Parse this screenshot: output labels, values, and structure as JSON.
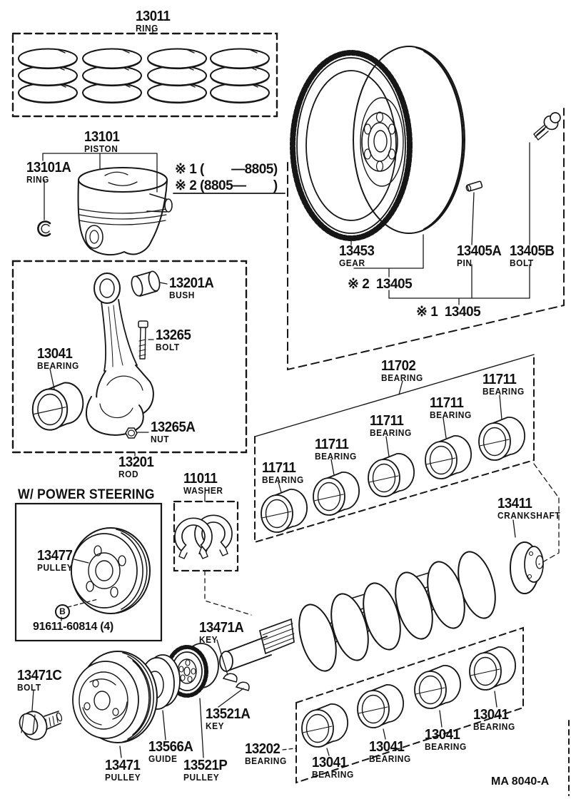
{
  "headings": {
    "power_steering": "W/ POWER STEERING"
  },
  "notes": {
    "production_1": "※ 1 (        —8805)",
    "production_2": "※ 2 (8805—        )",
    "flywheel_alt_2": "※ 2  13405",
    "flywheel_alt_1": "※ 1  13405"
  },
  "labels": {
    "ring_set": {
      "number": "13011",
      "caption": "RING"
    },
    "piston": {
      "number": "13101",
      "caption": "PISTON"
    },
    "piston_pin_ring": {
      "number": "13101A",
      "caption": "RING"
    },
    "flywheel_gear": {
      "number": "13453",
      "caption": "GEAR"
    },
    "flywheel_pin": {
      "number": "13405A",
      "caption": "PIN"
    },
    "flywheel_bolt": {
      "number": "13405B",
      "caption": "BOLT"
    },
    "rod_bush": {
      "number": "13201A",
      "caption": "BUSH"
    },
    "rod_bolt": {
      "number": "13265",
      "caption": "BOLT"
    },
    "rod_bearing": {
      "number": "13041",
      "caption": "BEARING"
    },
    "rod_nut": {
      "number": "13265A",
      "caption": "NUT"
    },
    "connecting_rod": {
      "number": "13201",
      "caption": "ROD"
    },
    "ps_pulley": {
      "number": "13477",
      "caption": "PULLEY"
    },
    "thrust_washer": {
      "number": "11011",
      "caption": "WASHER"
    },
    "main_bearing_set": {
      "number": "11702",
      "caption": "BEARING"
    },
    "main_bearing": {
      "number": "11711",
      "caption": "BEARING"
    },
    "crankshaft": {
      "number": "13411",
      "caption": "CRANKSHAFT"
    },
    "pulley_key": {
      "number": "13471A",
      "caption": "KEY"
    },
    "crank_bolt": {
      "number": "13471C",
      "caption": "BOLT"
    },
    "crank_pulley": {
      "number": "13471",
      "caption": "PULLEY"
    },
    "pulley_guide": {
      "number": "13566A",
      "caption": "GUIDE"
    },
    "timing_pulley": {
      "number": "13521P",
      "caption": "PULLEY"
    },
    "timing_key": {
      "number": "13521A",
      "caption": "KEY"
    },
    "thrust_bearing_set": {
      "number": "13202",
      "caption": "BEARING"
    },
    "lower_bearing": {
      "number": "13041",
      "caption": "BEARING"
    }
  },
  "misc": {
    "ps_bolt_code": "91611-60814 (4)",
    "circled_b": "B",
    "page_code": "MA  8040-A"
  }
}
